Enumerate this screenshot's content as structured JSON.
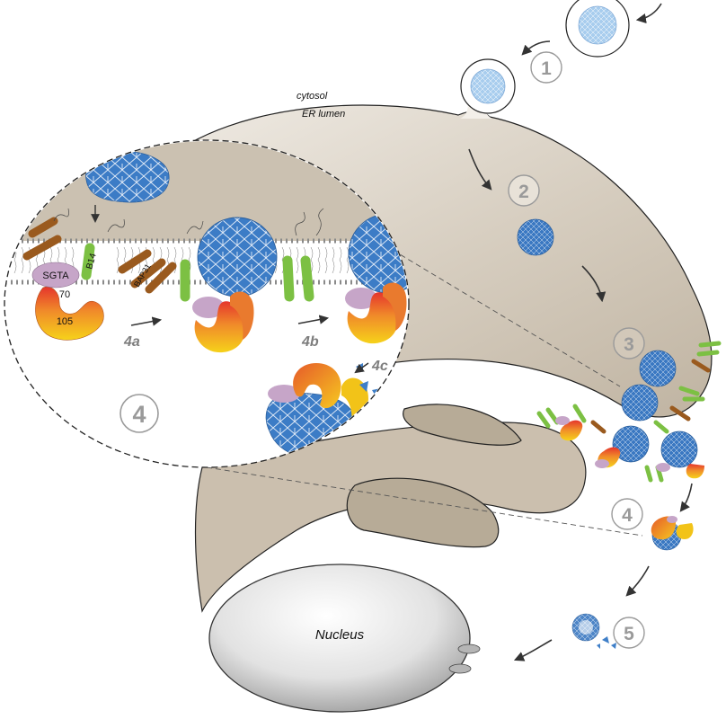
{
  "labels": {
    "cytosol": "cytosol",
    "er_lumen": "ER lumen",
    "nucleus": "Nucleus"
  },
  "proteins": {
    "sgta": "SGTA",
    "p70": "70",
    "p105": "105",
    "b14": "B14",
    "bap31": "BAP31"
  },
  "steps": [
    "1",
    "2",
    "3",
    "4",
    "5"
  ],
  "substeps": [
    "4a",
    "4b",
    "4c"
  ],
  "colors": {
    "er_fill": "#cbc1b1",
    "virus_blue": "#3f7fc8",
    "virus_light": "#a9cdee",
    "b14_green": "#7cc043",
    "bap31_brown": "#9a5a1e",
    "sgta_purple": "#c6a5c8",
    "hsp70_red": "#e5352c",
    "hsp105_yellow": "#f2c318",
    "step_gray": "#9a9a9a"
  }
}
